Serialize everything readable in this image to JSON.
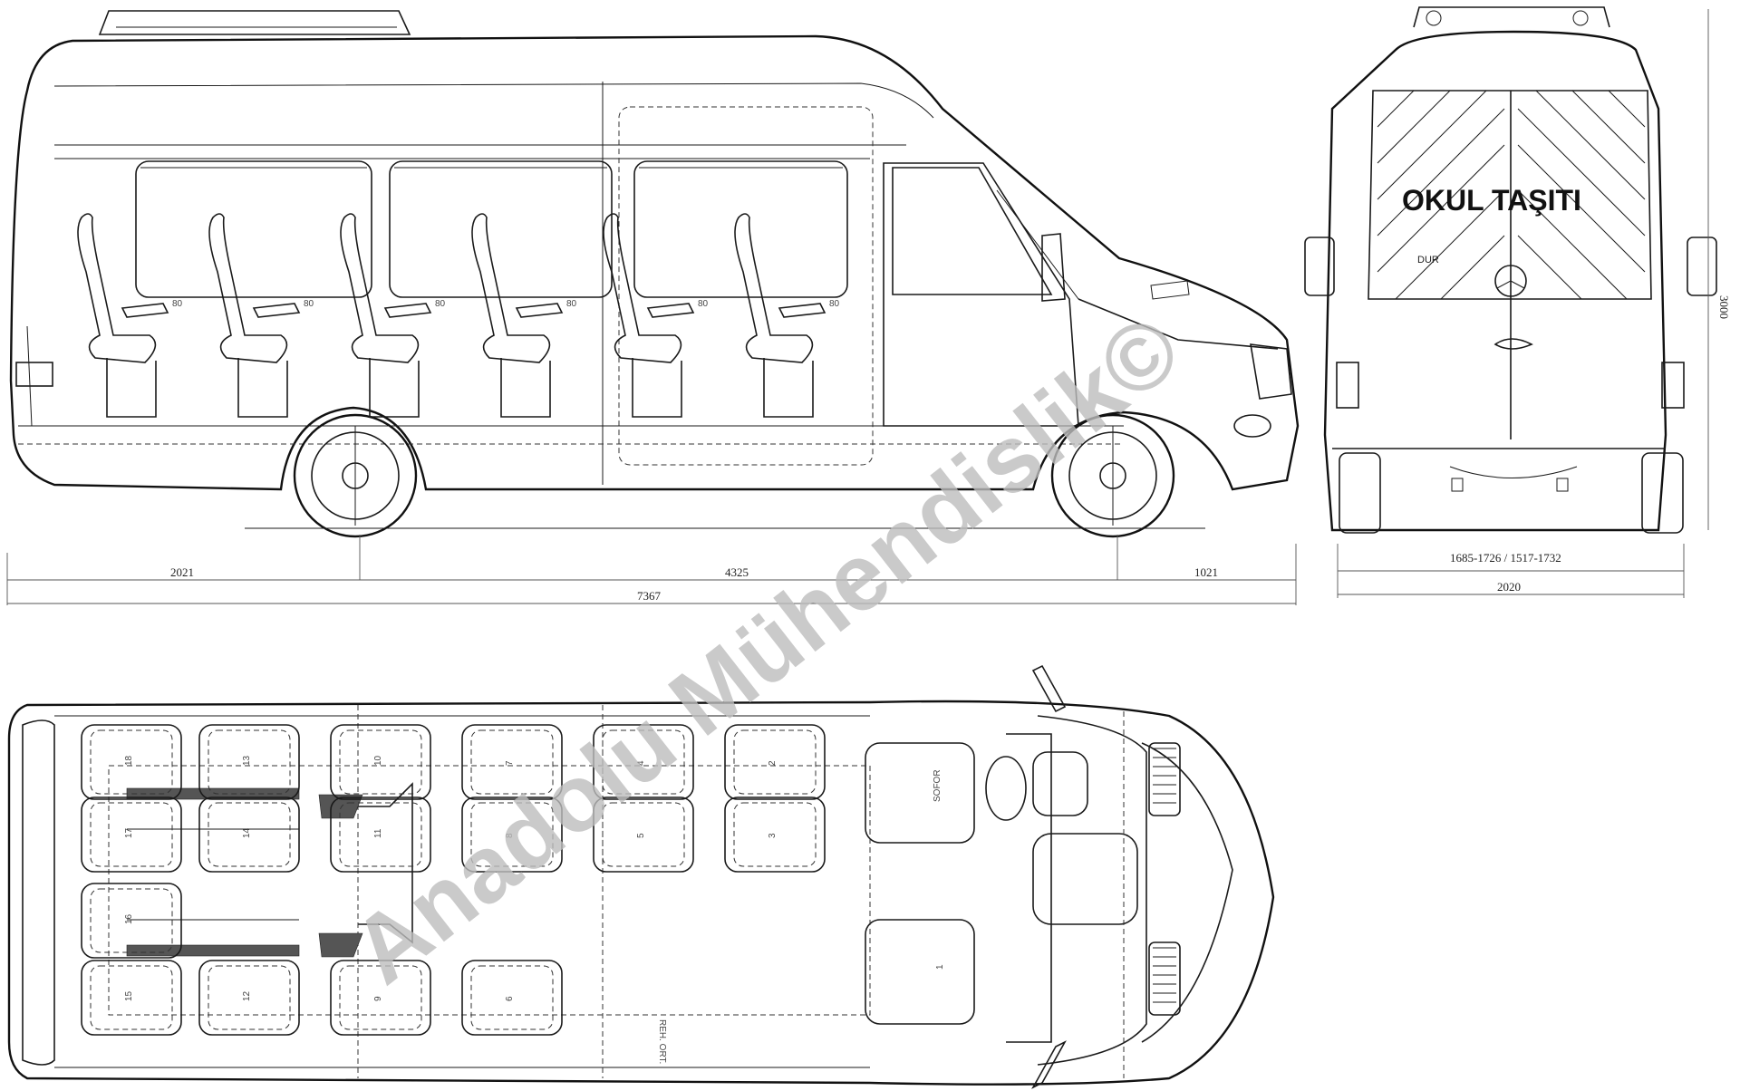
{
  "side_view": {
    "dimensions": {
      "front_overhang": "2021",
      "wheelbase": "4325",
      "rear_overhang": "1021",
      "overall_length": "7367"
    },
    "seat_labels": [
      "80",
      "80",
      "80",
      "80",
      "80",
      "80"
    ]
  },
  "rear_view": {
    "sign_text": "OKUL TAŞITI",
    "stop_label": "DUR",
    "height_dim": "3000",
    "track_dim": "1685-1726 / 1517-1732",
    "width_dim": "2020"
  },
  "top_view": {
    "driver_label": "SOFOR",
    "guide_label": "REH. ORT.",
    "seats": [
      "18",
      "13",
      "10",
      "7",
      "4",
      "2",
      "17",
      "14",
      "11",
      "8",
      "5",
      "3",
      "16",
      "1",
      "15",
      "12",
      "9",
      "6"
    ]
  },
  "watermark": "Anadolu Mühendislik©"
}
